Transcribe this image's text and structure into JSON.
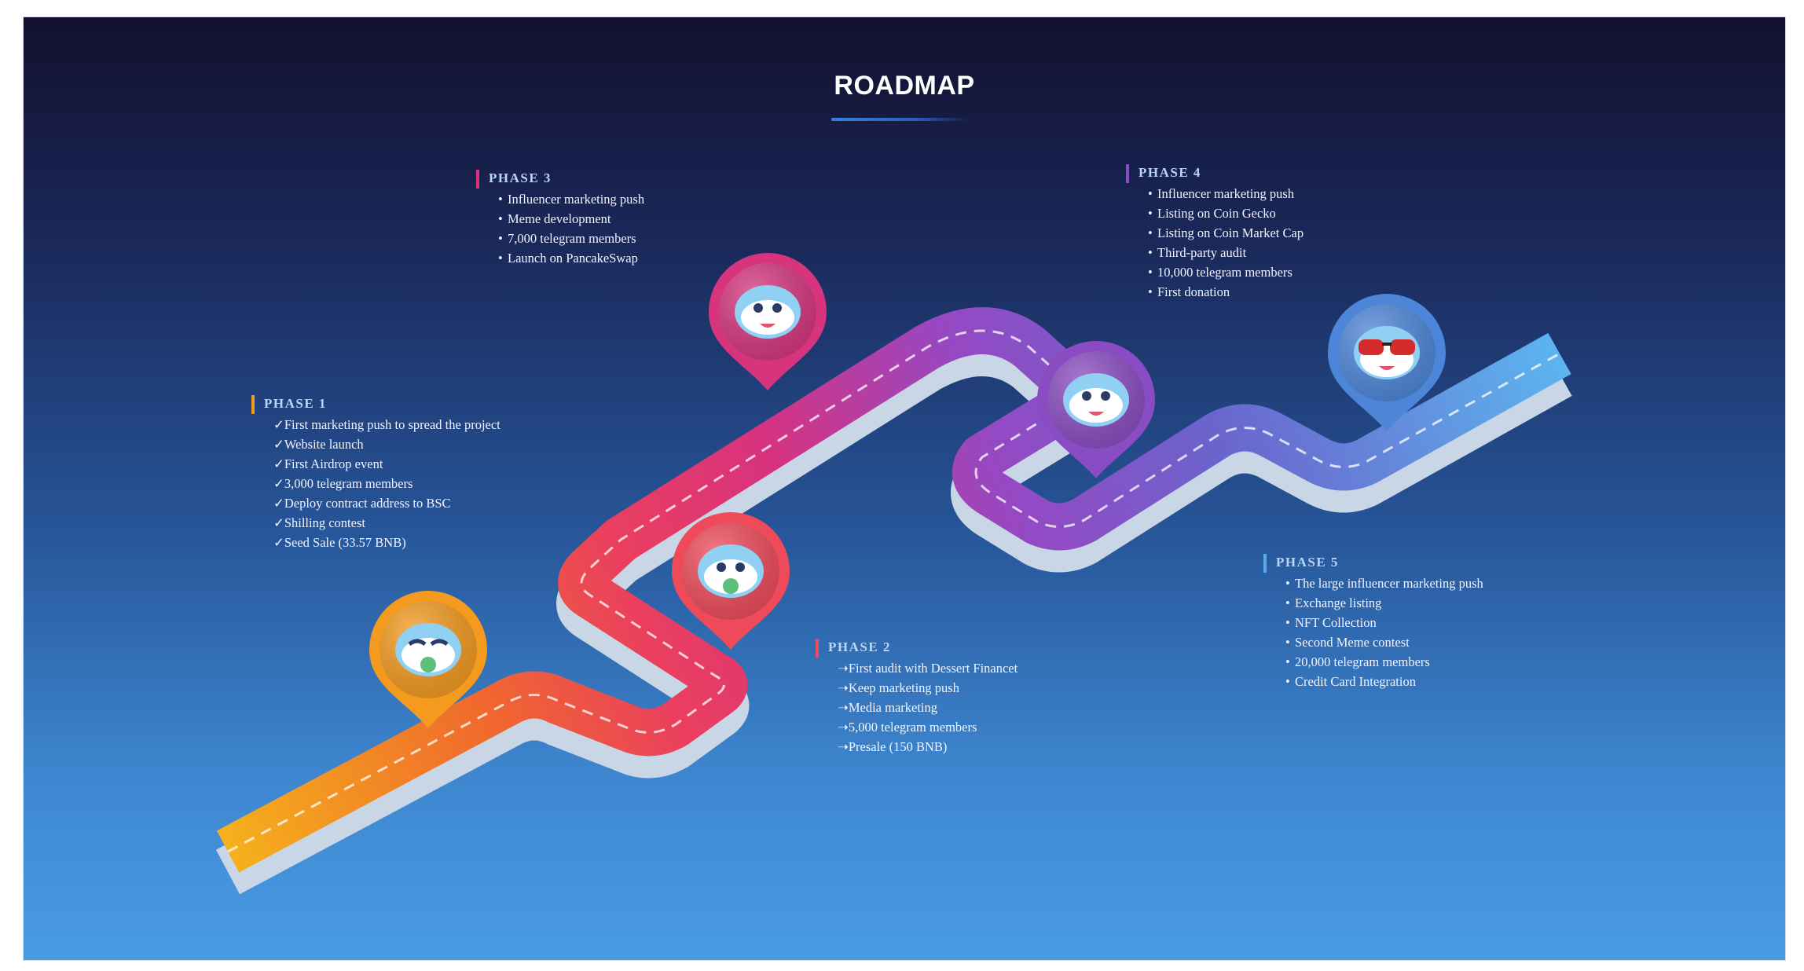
{
  "title": "ROADMAP",
  "colors": {
    "phase1": "#f39a1f",
    "phase2": "#ef4a5a",
    "phase3": "#d6357e",
    "phase4": "#8a4cc2",
    "phase5": "#5aa9ea"
  },
  "phases": [
    {
      "title": "PHASE 1",
      "marker": "✓",
      "items": [
        "First marketing push to spread the project",
        "Website launch",
        "First Airdrop event",
        "3,000 telegram members",
        "Deploy contract address to BSC",
        "Shilling contest",
        "Seed Sale (33.57 BNB)"
      ]
    },
    {
      "title": "PHASE 2",
      "marker": "➝",
      "items": [
        "First audit with Dessert Financet",
        "Keep marketing push",
        "Media marketing",
        "5,000 telegram members",
        "Presale (150 BNB)"
      ]
    },
    {
      "title": "PHASE 3",
      "marker": "•",
      "items": [
        "Influencer marketing push",
        "Meme development",
        "7,000 telegram members",
        "Launch on PancakeSwap"
      ]
    },
    {
      "title": "PHASE 4",
      "marker": "•",
      "items": [
        "Influencer marketing push",
        "Listing on Coin Gecko",
        "Listing on Coin Market Cap",
        "Third-party audit",
        "10,000 telegram members",
        "First donation"
      ]
    },
    {
      "title": "PHASE 5",
      "marker": "•",
      "items": [
        "The large influencer marketing push",
        "Exchange listing",
        "NFT Collection",
        "Second Meme contest",
        "20,000 telegram members",
        "Credit Card Integration"
      ]
    }
  ]
}
